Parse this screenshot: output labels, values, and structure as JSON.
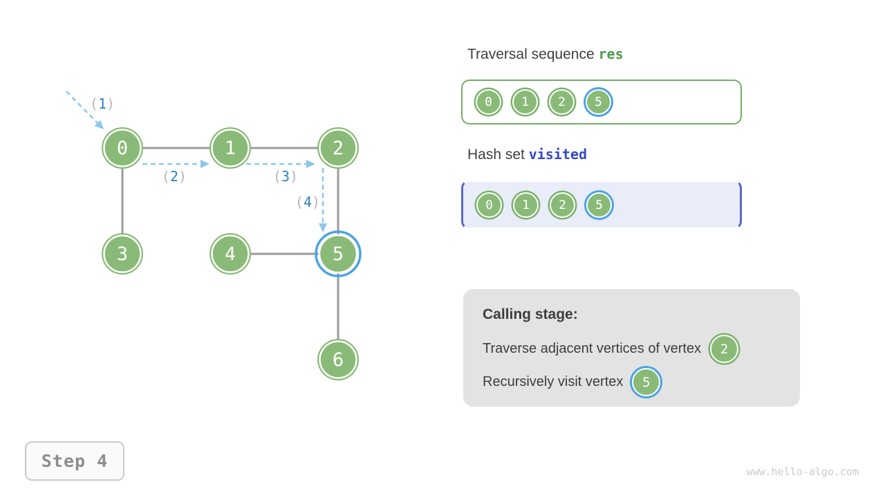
{
  "colors": {
    "node_green": "#8aba78",
    "node_ring_white": "#ffffff",
    "highlight_blue": "#4aa3e2",
    "edge_gray": "#9b9b9b",
    "arrow_blue": "#8ec6ec",
    "arrow_number_blue": "#2e7fc2",
    "paren_gray": "#b5b5b5",
    "res_code_green": "#4a9b4e",
    "visited_code_blue": "#3548c8",
    "visited_box_border": "#5a68c6",
    "visited_box_bg": "#e9ecf9",
    "res_box_border": "#74ae63",
    "calling_box_bg": "#e3e3e3",
    "text_dark": "#3f3f3f"
  },
  "graph": {
    "nodes": [
      "0",
      "1",
      "2",
      "3",
      "4",
      "5",
      "6"
    ],
    "highlighted_node": "5",
    "steps": [
      {
        "open": "(",
        "num": "1",
        "close": ")"
      },
      {
        "open": "(",
        "num": "2",
        "close": ")"
      },
      {
        "open": "(",
        "num": "3",
        "close": ")"
      },
      {
        "open": "(",
        "num": "4",
        "close": ")"
      }
    ]
  },
  "panels": {
    "res": {
      "title_plain": "Traversal sequence",
      "title_code": "res",
      "items": [
        "0",
        "1",
        "2",
        "5"
      ],
      "highlighted_item": "5"
    },
    "visited": {
      "title_plain": "Hash set",
      "title_code": "visited",
      "items": [
        "0",
        "1",
        "2",
        "5"
      ],
      "highlighted_item": "5"
    },
    "calling": {
      "title": "Calling stage:",
      "line1_text": "Traverse adjacent vertices of vertex",
      "line1_node": "2",
      "line2_text": "Recursively visit vertex",
      "line2_node": "5"
    }
  },
  "footer": {
    "step_label": "Step 4",
    "watermark": "www.hello-algo.com"
  }
}
